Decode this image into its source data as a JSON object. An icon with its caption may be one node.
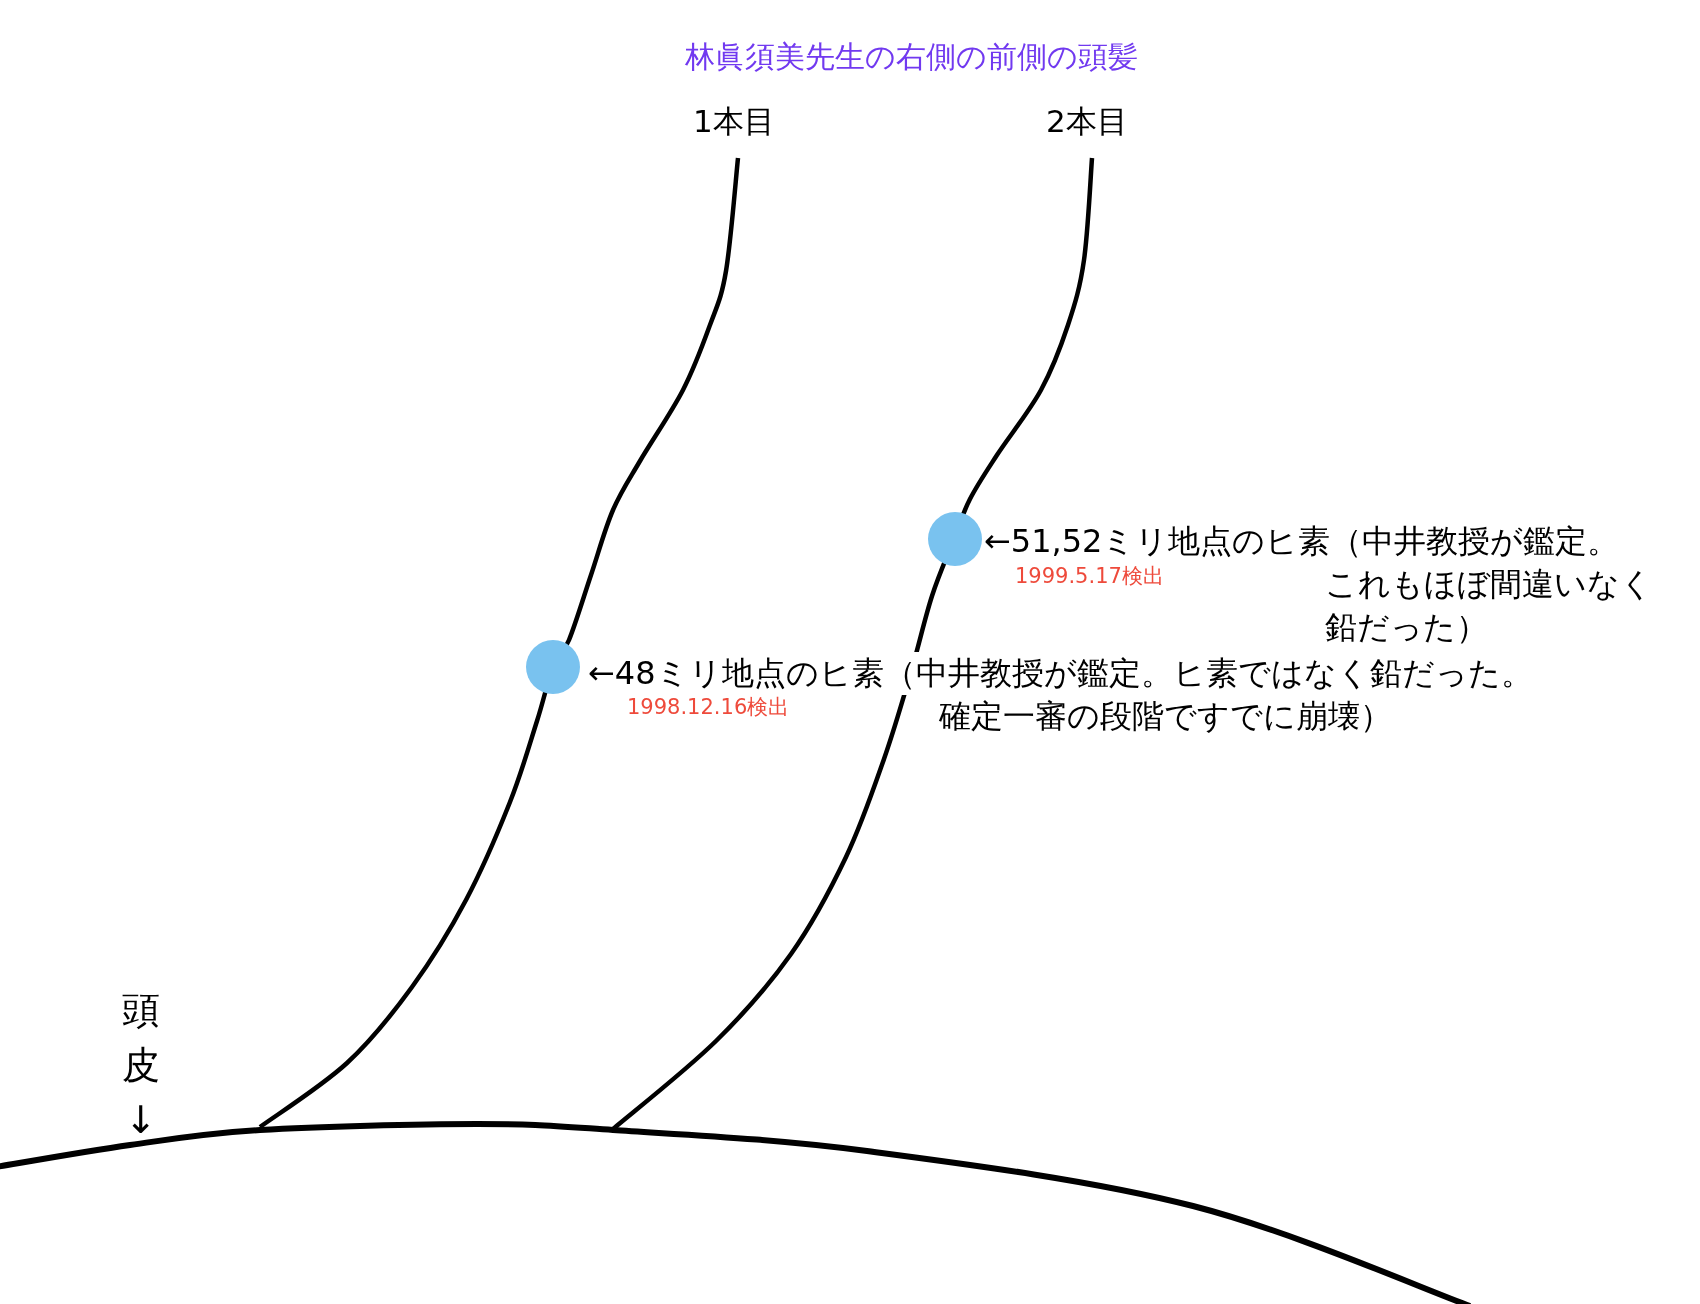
{
  "diagram": {
    "title": "林眞須美先生の右側の前側の頭髪",
    "nodes": [
      {
        "text": [],
        "shape": "circle",
        "beside": [
          "←51,52ミリ地点のヒ素（中井教授が鑑定。これもほぼ間違いなく鉛だった）",
          "1999.5.17検出"
        ]
      },
      {
        "text": [],
        "shape": "circle",
        "beside": [
          "←48ミリ地点のヒ素（中井教授が鑑定。ヒ素ではなく鉛だった。確定一審の段階ですでに崩壊）",
          "1998.12.16検出"
        ]
      }
    ],
    "labels": [
      "1本目",
      "2本目",
      "頭皮↓"
    ]
  }
}
